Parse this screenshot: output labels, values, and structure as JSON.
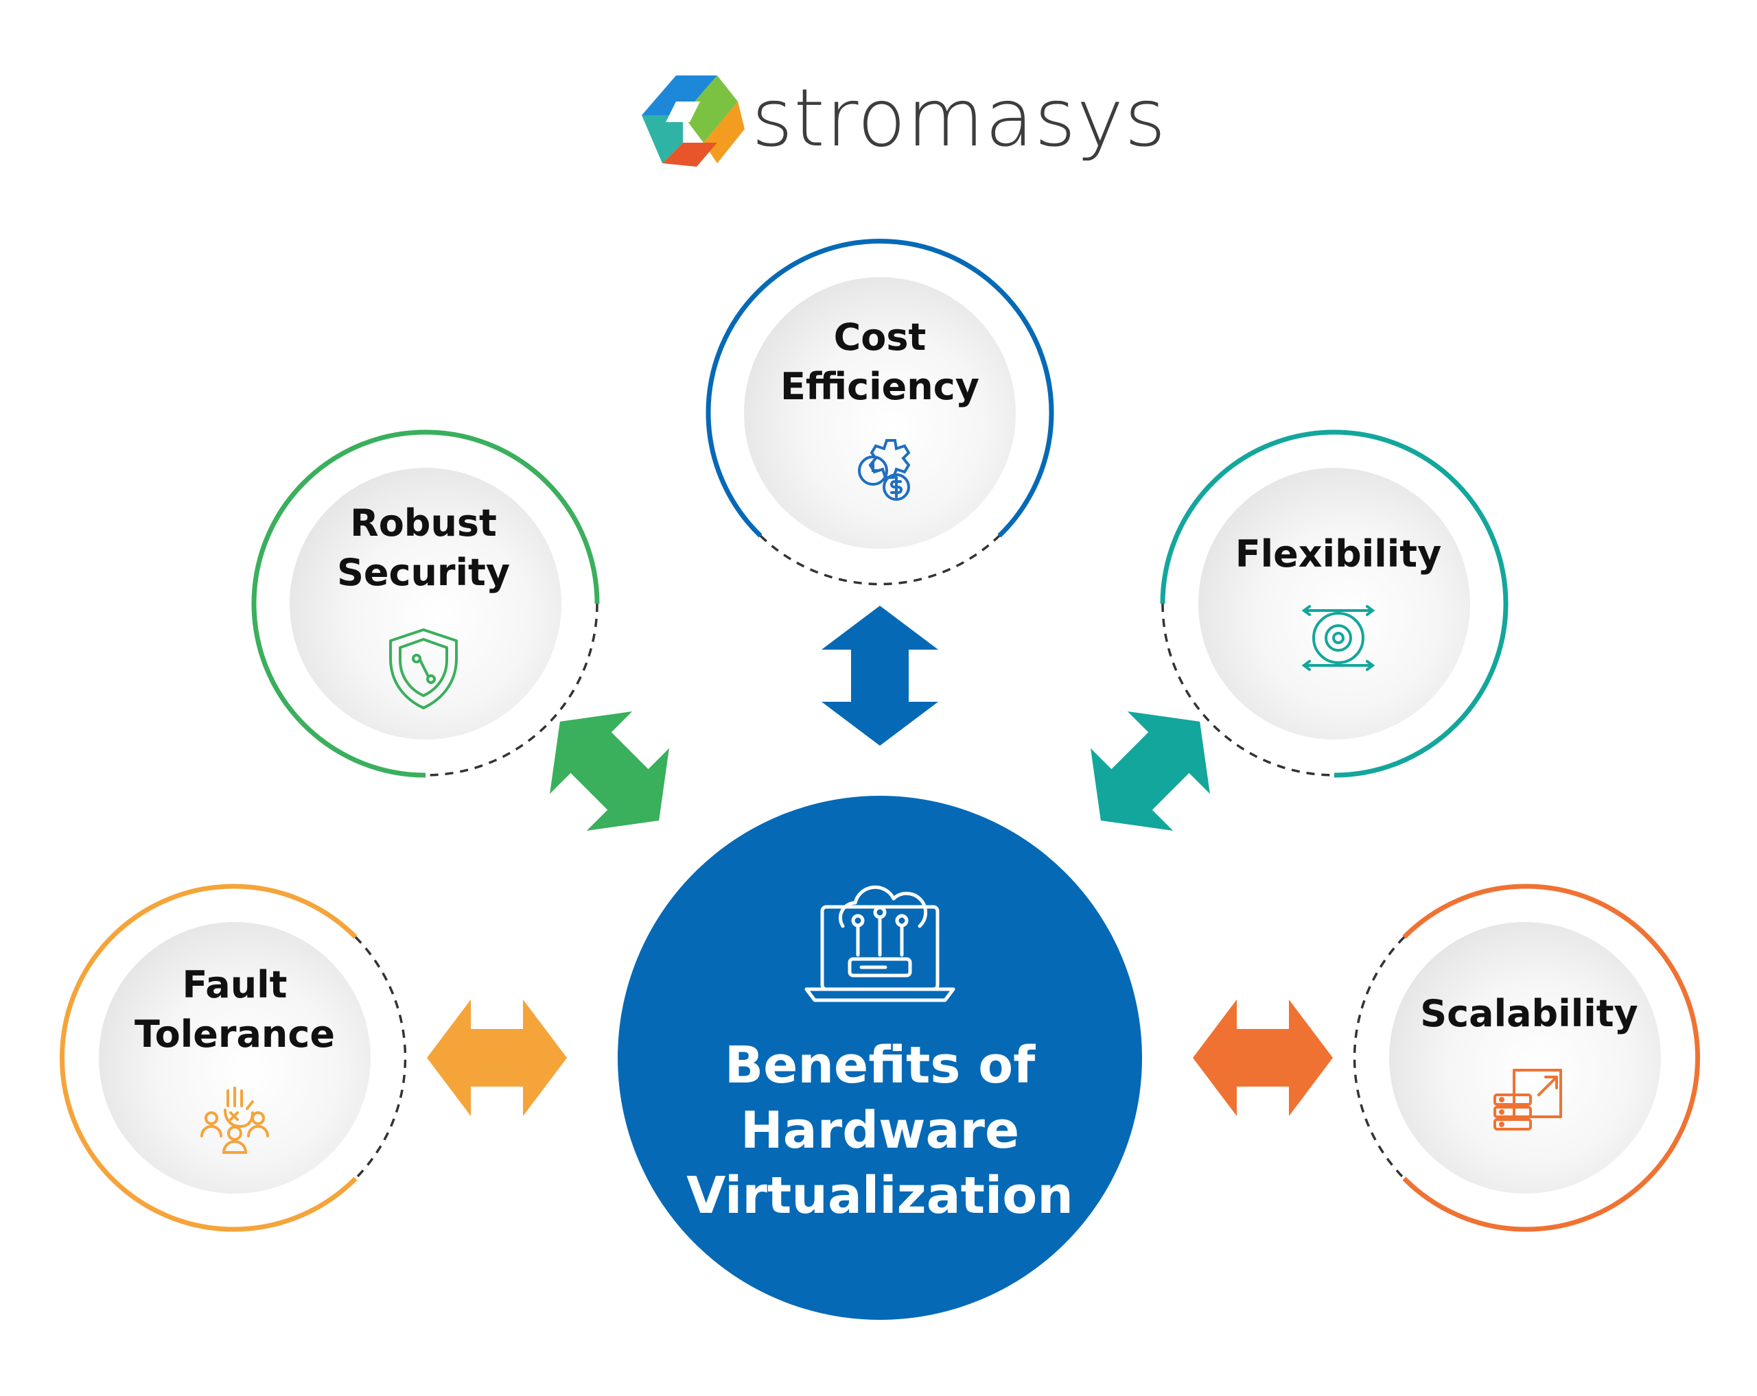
{
  "logo": {
    "text": "stromasys",
    "icon": "stromasys-cube-logo",
    "colors": [
      "#1e88d8",
      "#7cc242",
      "#f39c1f",
      "#e8552a",
      "#2fb3a5"
    ]
  },
  "center": {
    "lines": [
      "Benefits of",
      "Hardware",
      "Virtualization"
    ],
    "icon": "cloud-laptop-icon",
    "color": "#0569b6"
  },
  "benefits": [
    {
      "id": "cost",
      "lines": [
        "Cost",
        "Efficiency"
      ],
      "icon": "gear-clock-dollar-icon",
      "color": "#0569b6"
    },
    {
      "id": "security",
      "lines": [
        "Robust",
        "Security"
      ],
      "icon": "shield-icon",
      "color": "#3aaf5c"
    },
    {
      "id": "flexibility",
      "lines": [
        "Flexibility"
      ],
      "icon": "flexible-gear-arrows-icon",
      "color": "#13a69c"
    },
    {
      "id": "fault",
      "lines": [
        "Fault",
        "Tolerance"
      ],
      "icon": "hand-people-icon",
      "color": "#f5a43a"
    },
    {
      "id": "scalability",
      "lines": [
        "Scalability"
      ],
      "icon": "server-scale-icon",
      "color": "#f07232"
    }
  ]
}
